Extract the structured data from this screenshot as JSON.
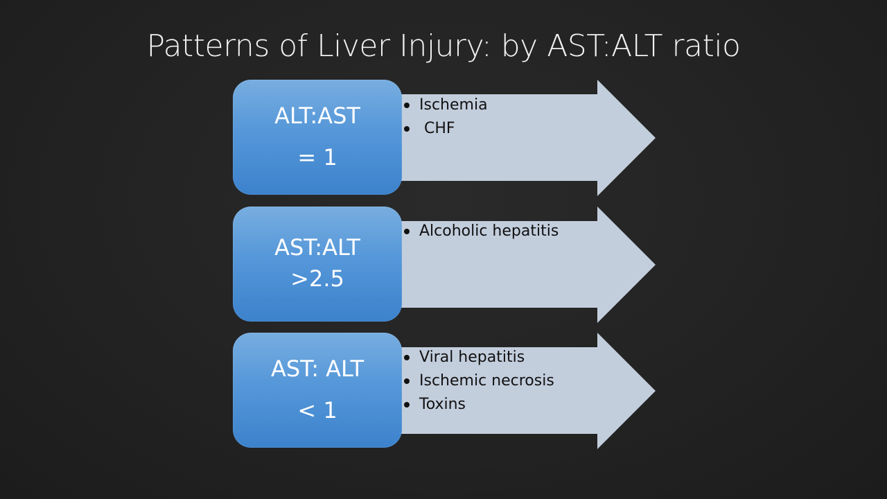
{
  "title": "Patterns of Liver Injury: by AST:ALT ratio",
  "colors": {
    "background": "#242424",
    "box_gradient_top": "#78aee0",
    "box_gradient_bottom": "#3c82cc",
    "arrow_fill": "#c3cedd",
    "title_text": "#f2f2f2"
  },
  "rows": [
    {
      "ratio_line1": "ALT:AST",
      "ratio_line2": "= 1",
      "bullets": [
        "Ischemia",
        " CHF"
      ]
    },
    {
      "ratio_line1": "AST:ALT",
      "ratio_line2": ">2.5",
      "bullets": [
        "Alcoholic hepatitis"
      ]
    },
    {
      "ratio_line1": "AST: ALT",
      "ratio_line2": "< 1",
      "bullets": [
        "Viral hepatitis",
        "Ischemic necrosis",
        "Toxins"
      ]
    }
  ]
}
